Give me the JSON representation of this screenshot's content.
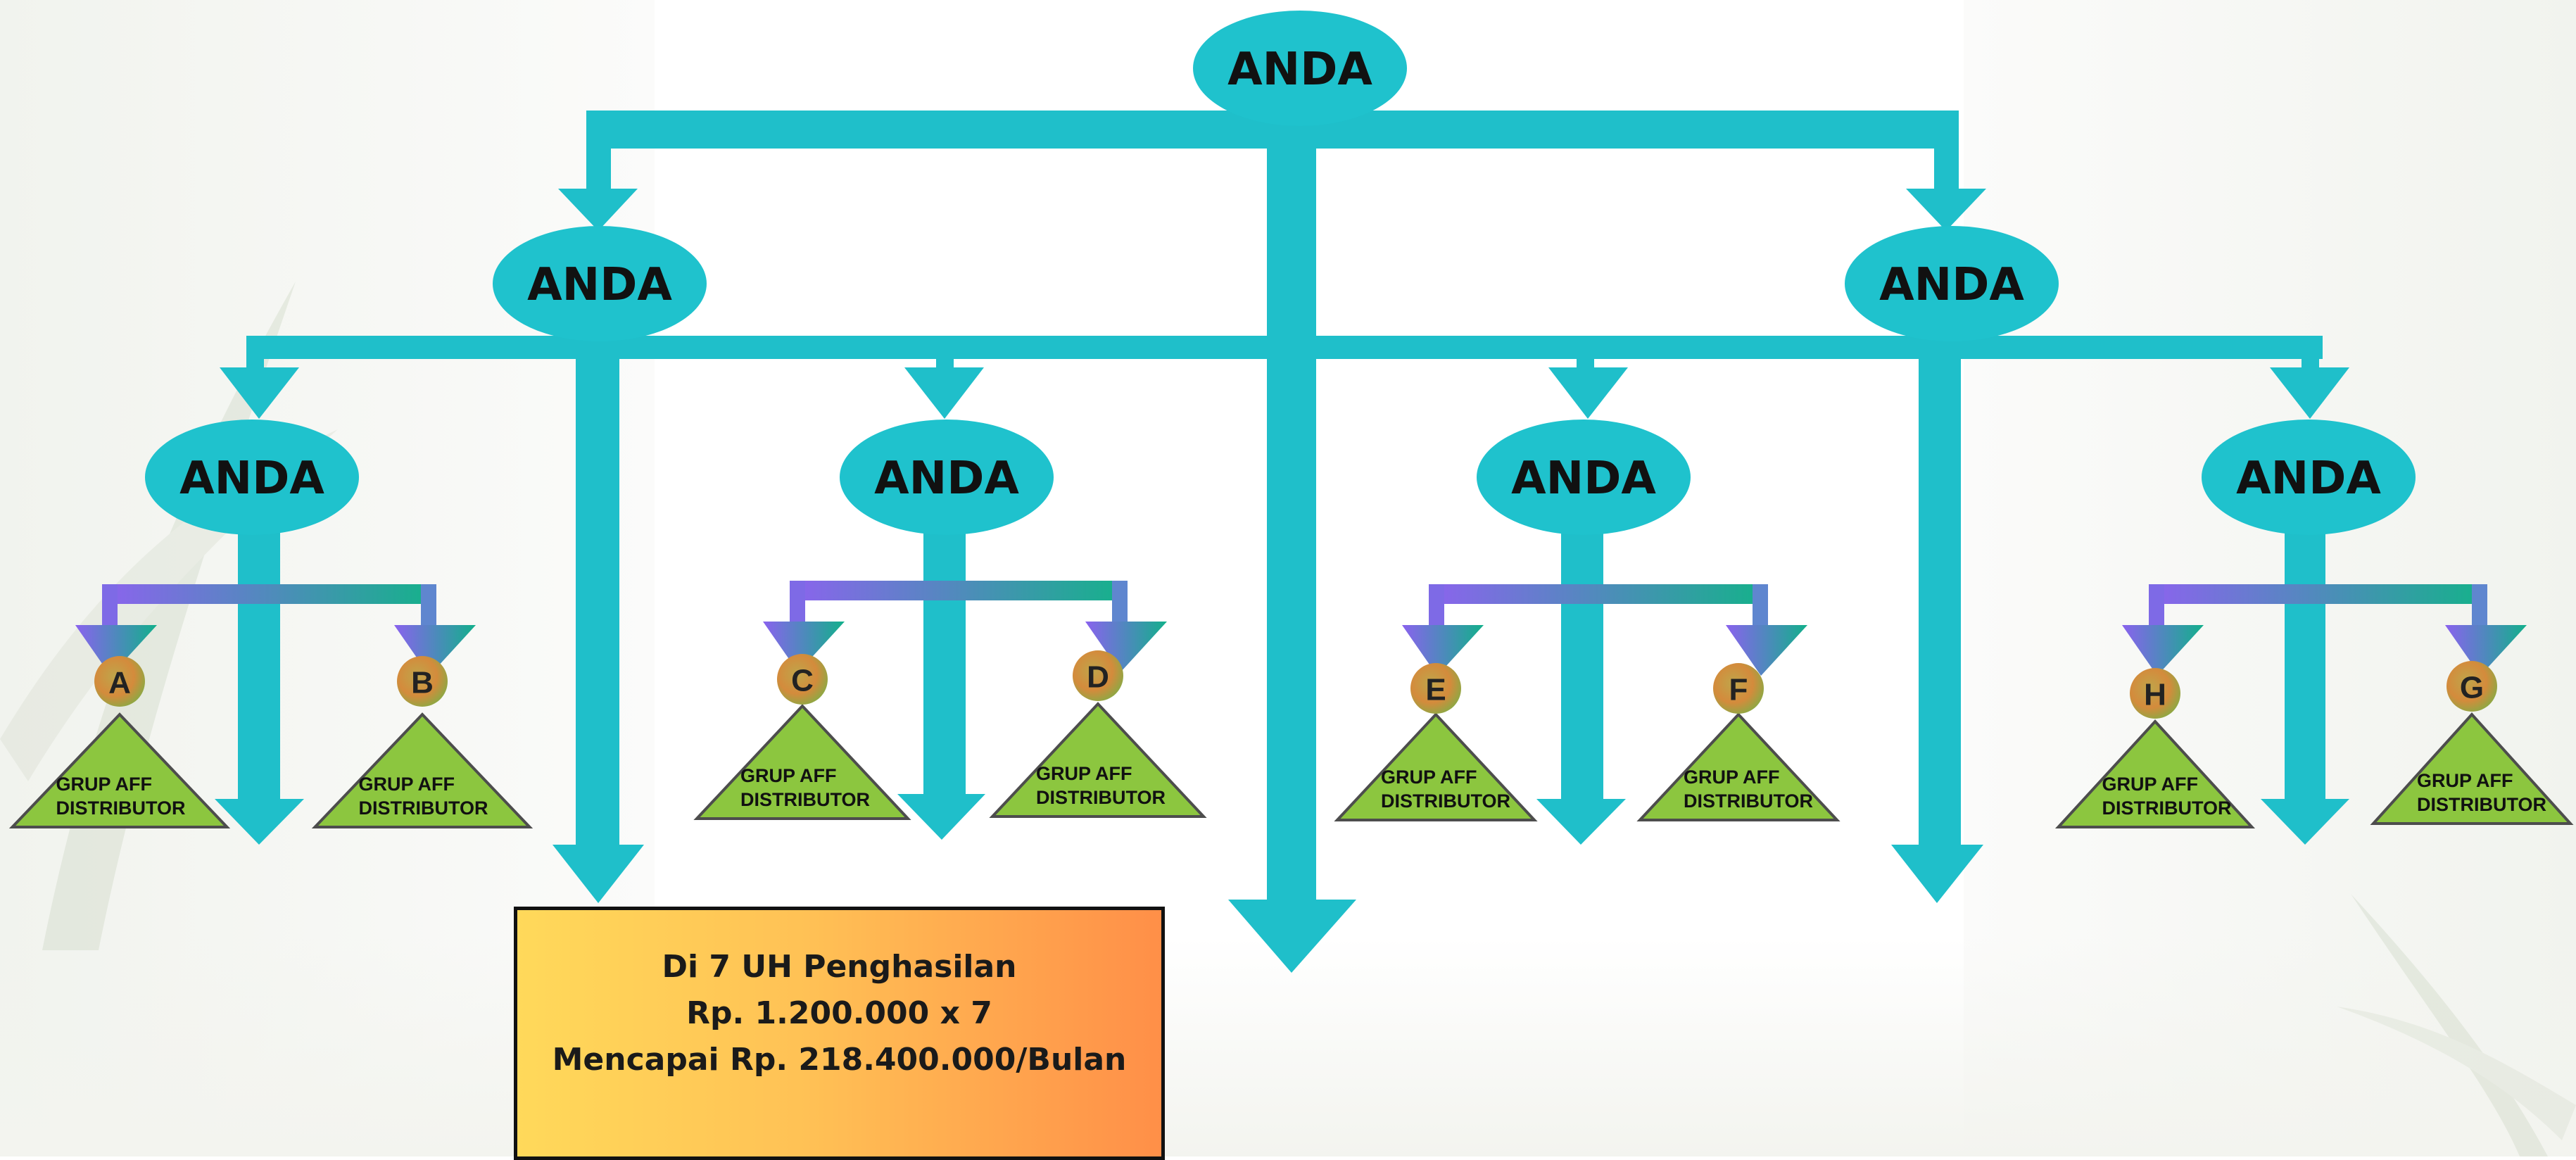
{
  "tree": {
    "root": {
      "label": "ANDA"
    },
    "level1": [
      {
        "label": "ANDA"
      },
      {
        "label": "ANDA"
      }
    ],
    "level2": [
      {
        "label": "ANDA"
      },
      {
        "label": "ANDA"
      },
      {
        "label": "ANDA"
      },
      {
        "label": "ANDA"
      }
    ],
    "groups": [
      {
        "letter": "A",
        "line1": "GRUP AFF",
        "line2": "DISTRIBUTOR"
      },
      {
        "letter": "B",
        "line1": "GRUP AFF",
        "line2": "DISTRIBUTOR"
      },
      {
        "letter": "C",
        "line1": "GRUP AFF",
        "line2": "DISTRIBUTOR"
      },
      {
        "letter": "D",
        "line1": "GRUP AFF",
        "line2": "DISTRIBUTOR"
      },
      {
        "letter": "E",
        "line1": "GRUP AFF",
        "line2": "DISTRIBUTOR"
      },
      {
        "letter": "F",
        "line1": "GRUP AFF",
        "line2": "DISTRIBUTOR"
      },
      {
        "letter": "H",
        "line1": "GRUP AFF",
        "line2": "DISTRIBUTOR"
      },
      {
        "letter": "G",
        "line1": "GRUP AFF",
        "line2": "DISTRIBUTOR"
      }
    ]
  },
  "info_box": {
    "line1": "Di 7 UH Penghasilan",
    "line2": "Rp. 1.200.000 x 7",
    "line3": "Mencapai Rp. 218.400.000/Bulan"
  },
  "colors": {
    "connector": "#1fbfca",
    "node": "#1fc2cd",
    "triangle": "#8cc63f",
    "bracket_start": "#8c63ee",
    "bracket_end": "#14b28a"
  }
}
